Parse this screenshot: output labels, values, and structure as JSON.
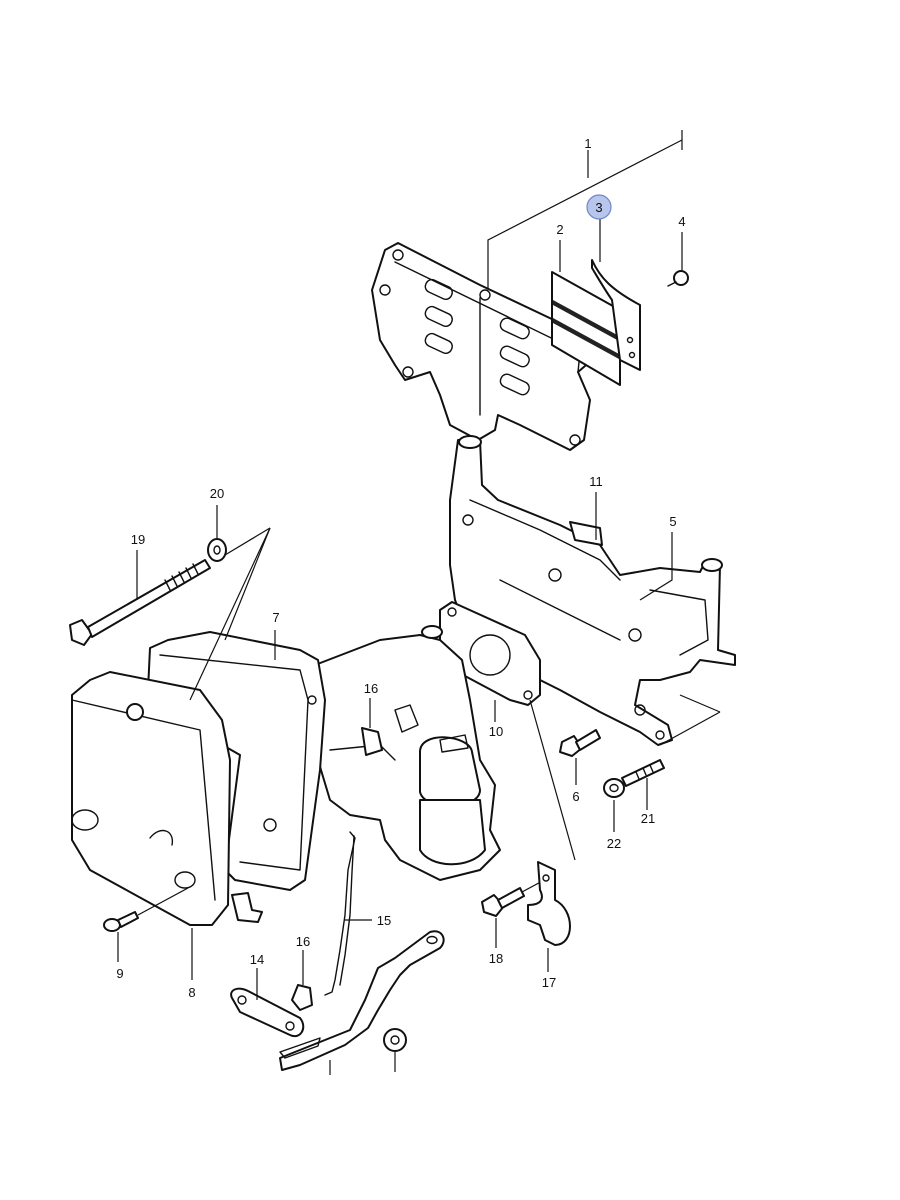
{
  "highlight_color": "#b7c6ea",
  "highlighted_callout": "3",
  "callouts": [
    "1",
    "2",
    "3",
    "4",
    "5",
    "6",
    "7",
    "8",
    "9",
    "10",
    "11",
    "14",
    "15",
    "16",
    "16",
    "17",
    "18",
    "19",
    "20",
    "21",
    "22"
  ]
}
